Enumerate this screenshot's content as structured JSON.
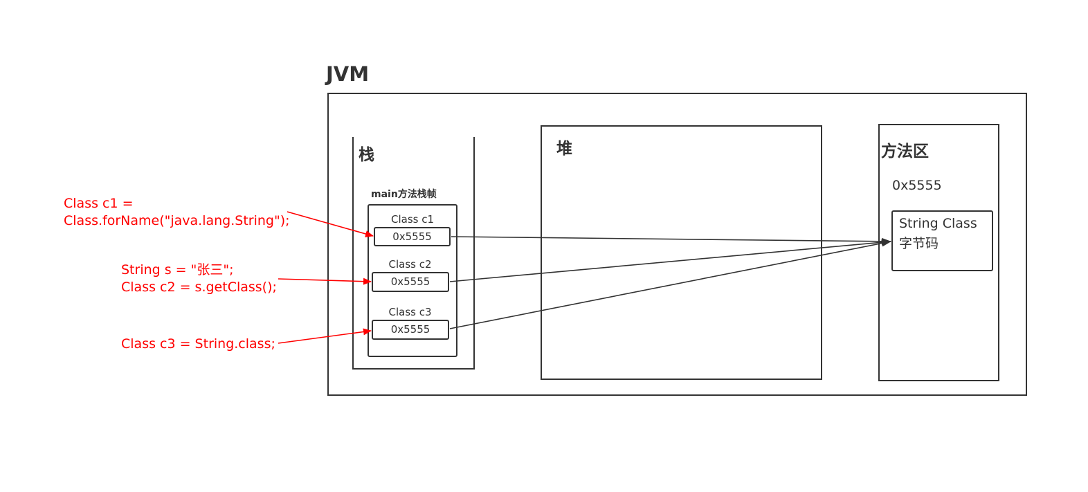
{
  "title": "JVM",
  "stack": {
    "label": "栈",
    "frame_label": "main方法栈帧",
    "vars": [
      {
        "name": "Class c1",
        "value": "0x5555"
      },
      {
        "name": "Class c2",
        "value": "0x5555"
      },
      {
        "name": "Class c3",
        "value": "0x5555"
      }
    ]
  },
  "heap": {
    "label": "堆"
  },
  "method_area": {
    "label": "方法区",
    "address": "0x5555",
    "bytecode_line1": "String Class",
    "bytecode_line2": "字节码"
  },
  "code": {
    "c1_line1": "Class c1 =",
    "c1_line2": "Class.forName(\"java.lang.String\");",
    "c2_line1": "String s = \"张三\";",
    "c2_line2": "Class c2 = s.getClass();",
    "c3_line1": "Class c3 = String.class;"
  },
  "colors": {
    "annotation": "#ff0000",
    "stroke": "#333333"
  }
}
